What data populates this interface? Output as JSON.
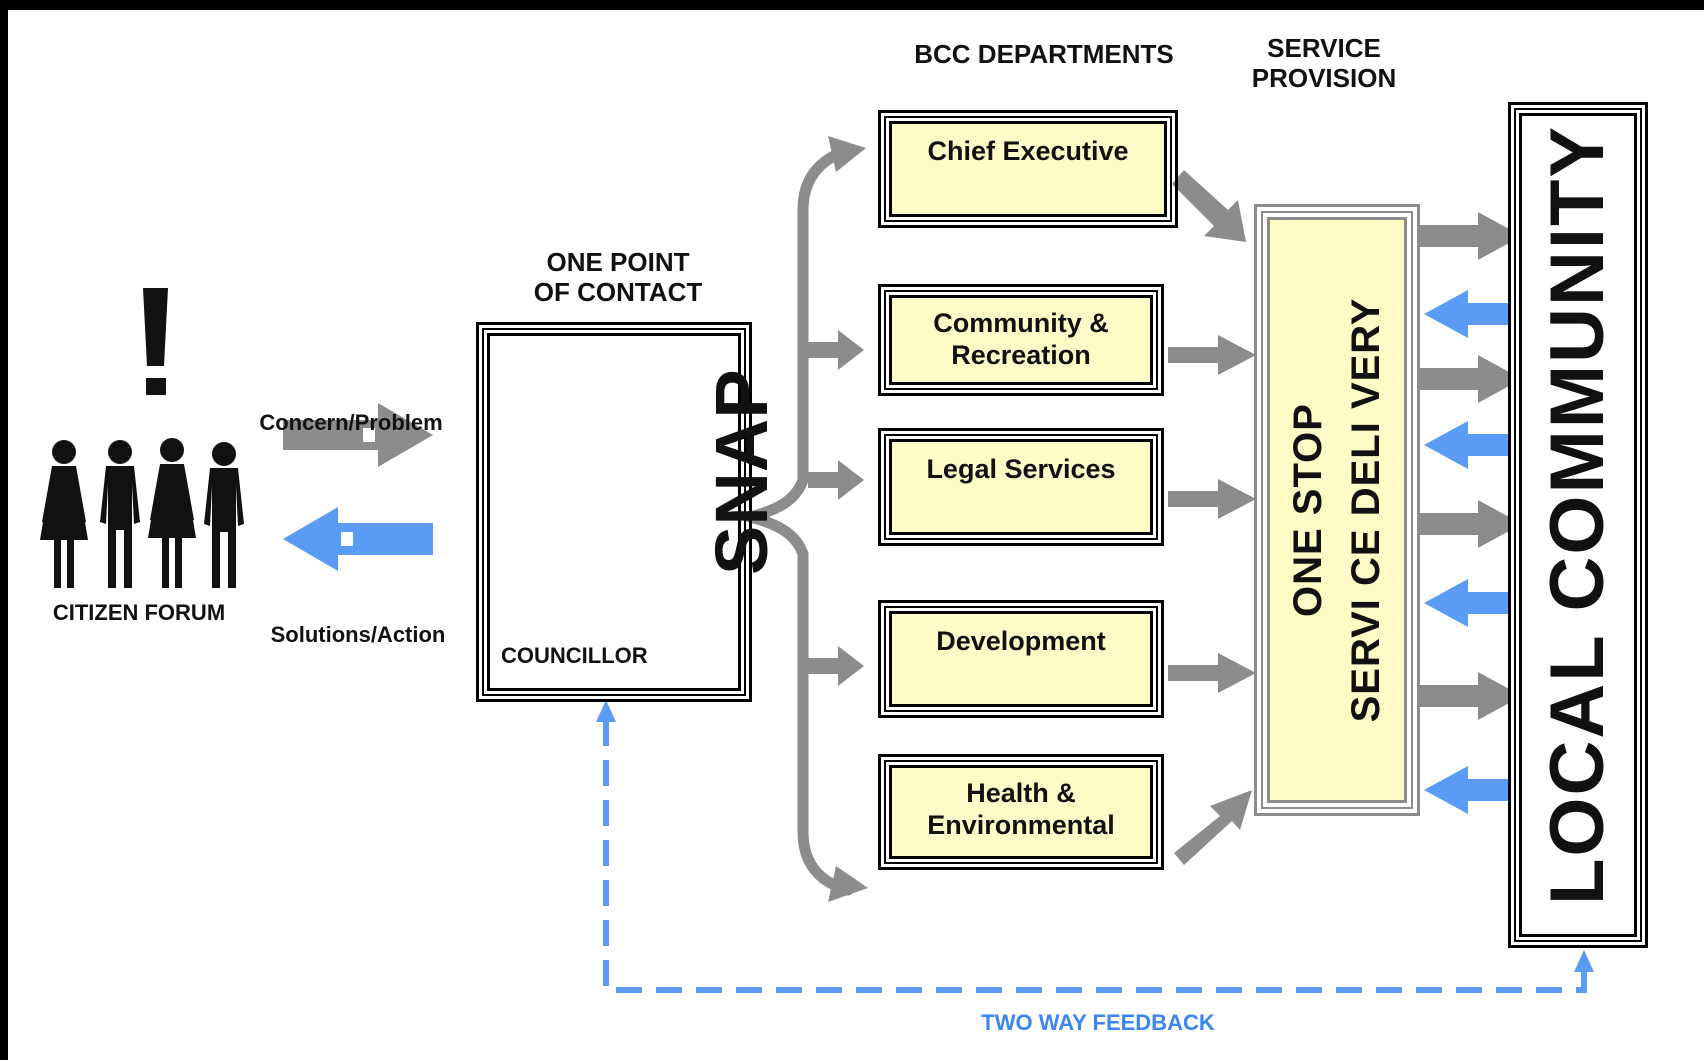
{
  "citizen": {
    "label": "CITIZEN FORUM",
    "exclamation": "!"
  },
  "arrows": {
    "concern_label": "Concern/Problem",
    "solutions_label": "Solutions/Action"
  },
  "snap": {
    "heading": "ONE POINT\nOF CONTACT",
    "title": "SNAP",
    "councillor_label": "COUNCILLOR"
  },
  "departments": {
    "heading": "BCC DEPARTMENTS",
    "items": [
      {
        "label": "Chief Executive"
      },
      {
        "label": "Community &\nRecreation"
      },
      {
        "label": "Legal Services"
      },
      {
        "label": "Development"
      },
      {
        "label": "Health &\nEnvironmental"
      }
    ]
  },
  "service": {
    "heading": "SERVICE\nPROVISION",
    "line1": "ONE STOP",
    "line2": "SERVI CE DELI VERY"
  },
  "community": {
    "label": "LOCAL COMMUNITY"
  },
  "feedback": {
    "label": "TWO WAY FEEDBACK"
  },
  "colors": {
    "grey_arrow": "#8c8c8c",
    "blue_arrow": "#5a9bf5",
    "panel_fill": "#fdfcc6",
    "person_blue": "#0d8fdb"
  }
}
